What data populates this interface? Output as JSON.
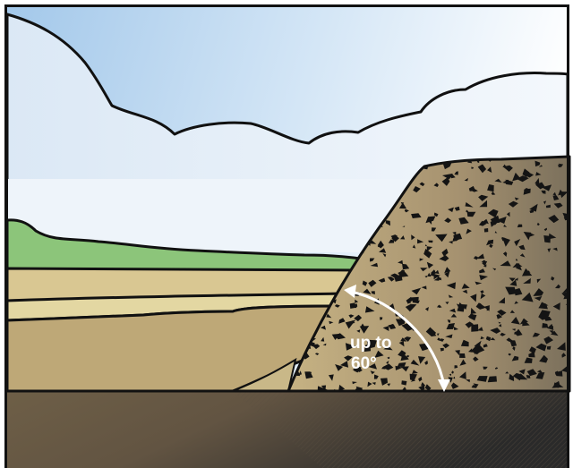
{
  "annotation": {
    "line1": "up to",
    "line2": "60°"
  },
  "colors": {
    "sky_top": "#a9cdec",
    "sky_bottom": "#ffffff",
    "grass": "#8fc47c",
    "soil_light": "#d7c68c",
    "soil": "#bfa978",
    "ground_dark": "#6b5c45",
    "pile": "#b39f72",
    "outline": "#111111",
    "arrow": "#ffffff"
  },
  "icons": {
    "arrow": "double-headed-curved-arrow"
  }
}
